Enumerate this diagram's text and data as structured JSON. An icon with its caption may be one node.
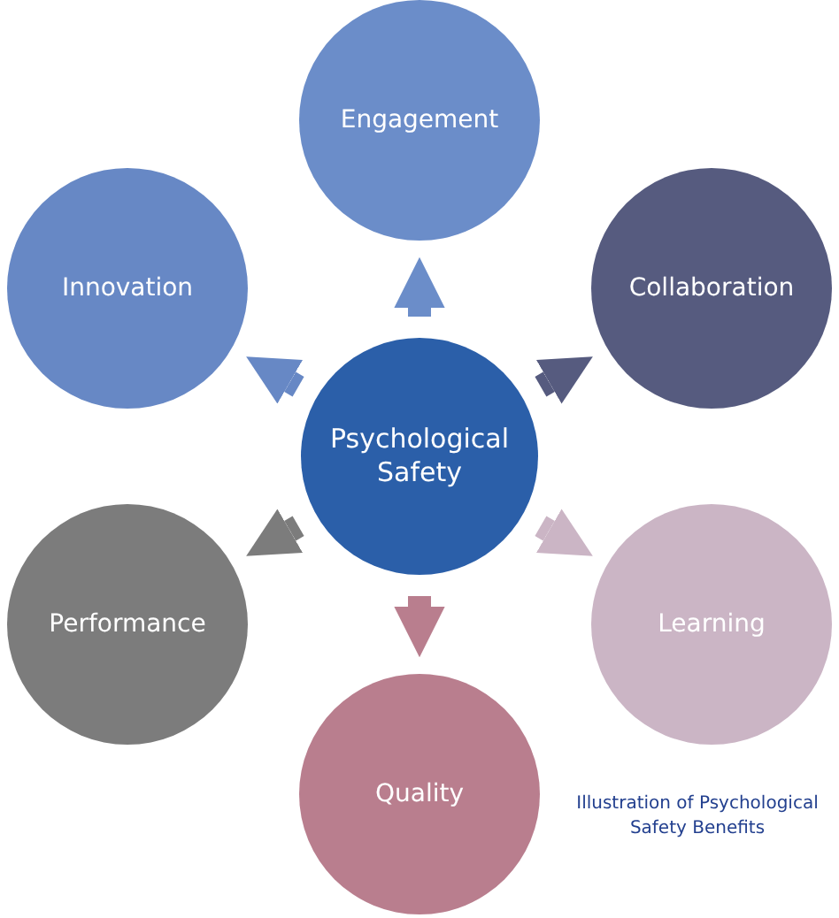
{
  "diagram": {
    "nodes": [
      {
        "text": [
          "Psychological Safety"
        ]
      },
      {
        "text": [
          "Engagement"
        ]
      },
      {
        "text": [
          "Collaboration"
        ]
      },
      {
        "text": [
          "Learning"
        ]
      },
      {
        "text": [
          "Quality"
        ]
      },
      {
        "text": [
          "Performance"
        ]
      },
      {
        "text": [
          "Innovation"
        ]
      }
    ],
    "edges": [
      {
        "from": 0,
        "to": 1,
        "arrow": "to",
        "color": "#6b8dc9"
      },
      {
        "from": 0,
        "to": 2,
        "arrow": "to",
        "color": "#565b7f"
      },
      {
        "from": 0,
        "to": 3,
        "arrow": "to",
        "color": "#cbb5c5"
      },
      {
        "from": 0,
        "to": 4,
        "arrow": "to",
        "color": "#b97e8e"
      },
      {
        "from": 0,
        "to": 5,
        "arrow": "to",
        "color": "#7c7c7c"
      },
      {
        "from": 0,
        "to": 6,
        "arrow": "to",
        "color": "#6788c5"
      }
    ],
    "labels": [
      "Illustration of Psychological Safety Benefits"
    ]
  }
}
